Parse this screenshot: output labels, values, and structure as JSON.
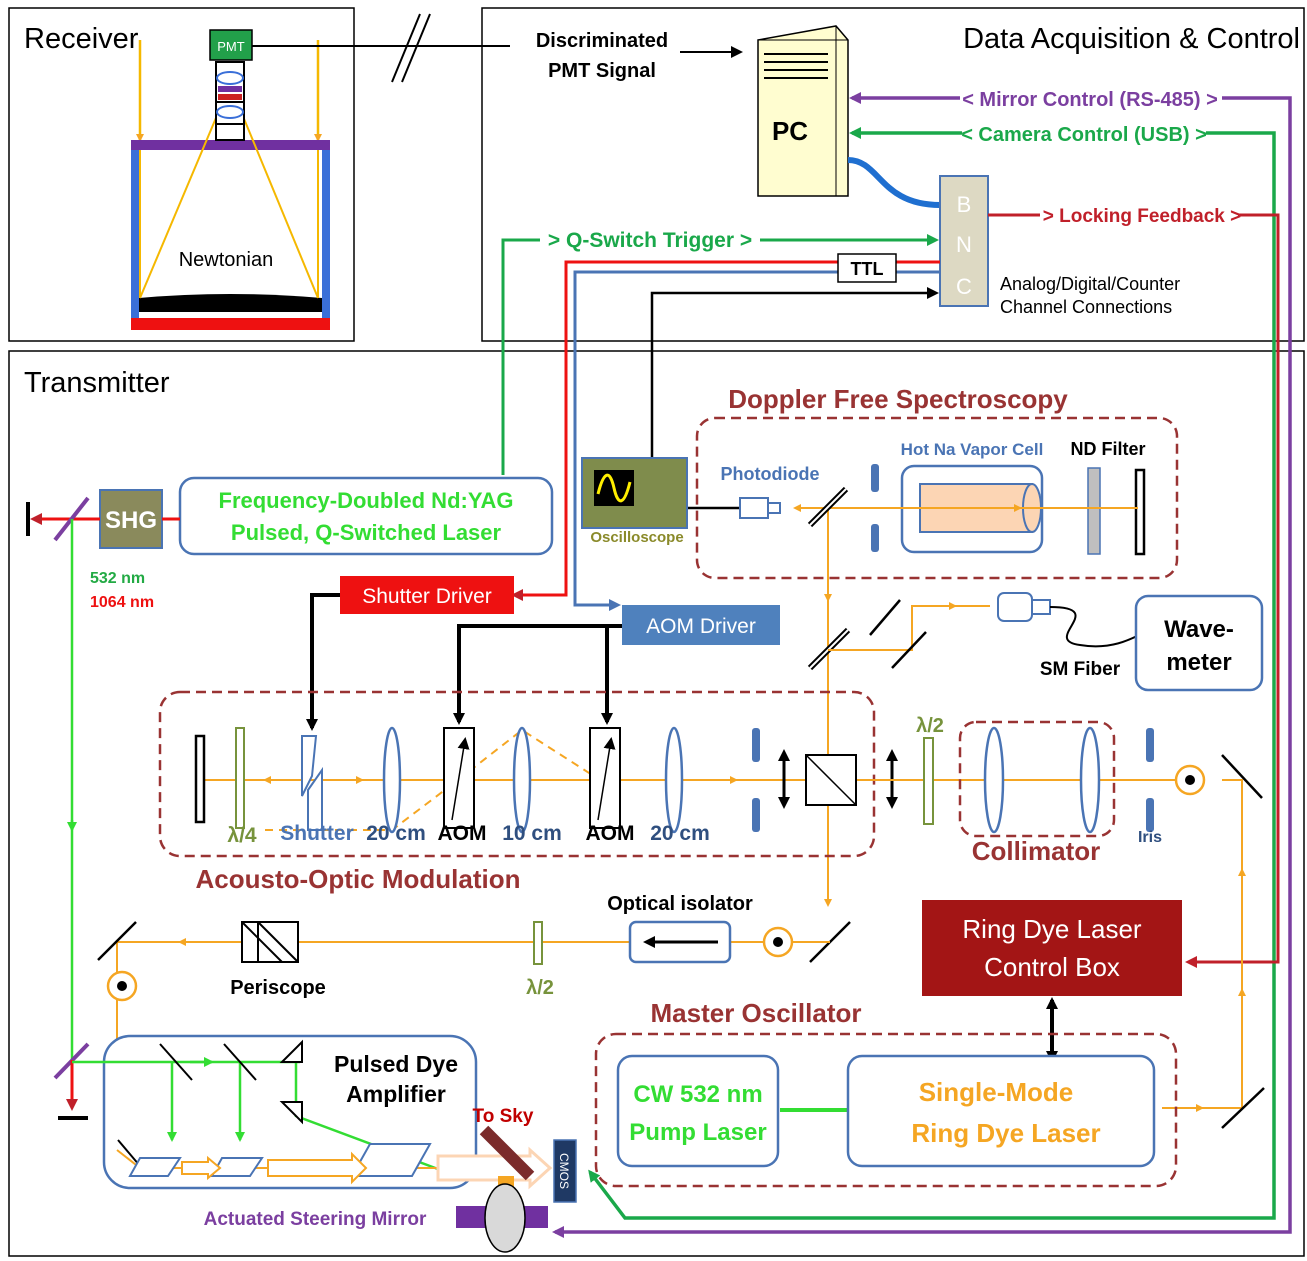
{
  "panels": {
    "receiver": "Receiver",
    "daq": "Data Acquisition & Control",
    "transmitter": "Transmitter"
  },
  "receiver": {
    "pmt": "PMT",
    "telescope": "Newtonian"
  },
  "daq": {
    "pmt_signal_line1": "Discriminated",
    "pmt_signal_line2": "PMT Signal",
    "pc": "PC",
    "mirror_control": "< Mirror Control (RS-485) >",
    "camera_control": "< Camera Control (USB) >",
    "bnc_letters": [
      "B",
      "N",
      "C"
    ],
    "locking_feedback": "> Locking Feedback >",
    "qswitch_trigger": "> Q-Switch Trigger >",
    "ttl": "TTL",
    "channels_line1": "Analog/Digital/Counter",
    "channels_line2": "Channel Connections"
  },
  "laser": {
    "shg": "SHG",
    "nd_yag_line1": "Frequency-Doubled Nd:YAG",
    "nd_yag_line2": "Pulsed, Q-Switched Laser",
    "wl_532": "532 nm",
    "wl_1064": "1064 nm"
  },
  "drivers": {
    "shutter_driver": "Shutter Driver",
    "aom_driver": "AOM Driver"
  },
  "dfs": {
    "title": "Doppler Free Spectroscopy",
    "photodiode": "Photodiode",
    "vapor_cell": "Hot Na Vapor Cell",
    "nd_filter": "ND Filter",
    "oscilloscope": "Oscilloscope"
  },
  "wavemeter": {
    "line1": "Wave-",
    "line2": "meter",
    "fiber": "SM Fiber"
  },
  "aom_section": {
    "title": "Acousto-Optic Modulation",
    "labels": [
      "λ/4",
      "Shutter",
      "20 cm",
      "AOM",
      "10 cm",
      "AOM",
      "20 cm"
    ]
  },
  "collimator": {
    "title": "Collimator",
    "half_wave": "λ/2",
    "iris": "Iris"
  },
  "isolation": {
    "optical_isolator": "Optical isolator",
    "periscope": "Periscope",
    "half_wave": "λ/2"
  },
  "amplifier": {
    "line1": "Pulsed Dye",
    "line2": "Amplifier",
    "to_sky": "To Sky",
    "cmos": "CMOS",
    "steering_mirror": "Actuated Steering Mirror"
  },
  "ring_control": {
    "line1": "Ring Dye Laser",
    "line2": "Control Box"
  },
  "master": {
    "title": "Master Oscillator",
    "pump_line1": "CW 532 nm",
    "pump_line2": "Pump Laser",
    "ring_line1": "Single-Mode",
    "ring_line2": "Ring Dye Laser"
  },
  "colors": {
    "beam_orange": "#f5a623",
    "pump_green": "#33dd33",
    "signal_green": "#1aa84a",
    "control_purple": "#7b3fa0",
    "feedback_red": "#c0202a",
    "dark_red_box": "#a31515",
    "steel_blue": "#4a74b4",
    "section_title": "#993333"
  }
}
